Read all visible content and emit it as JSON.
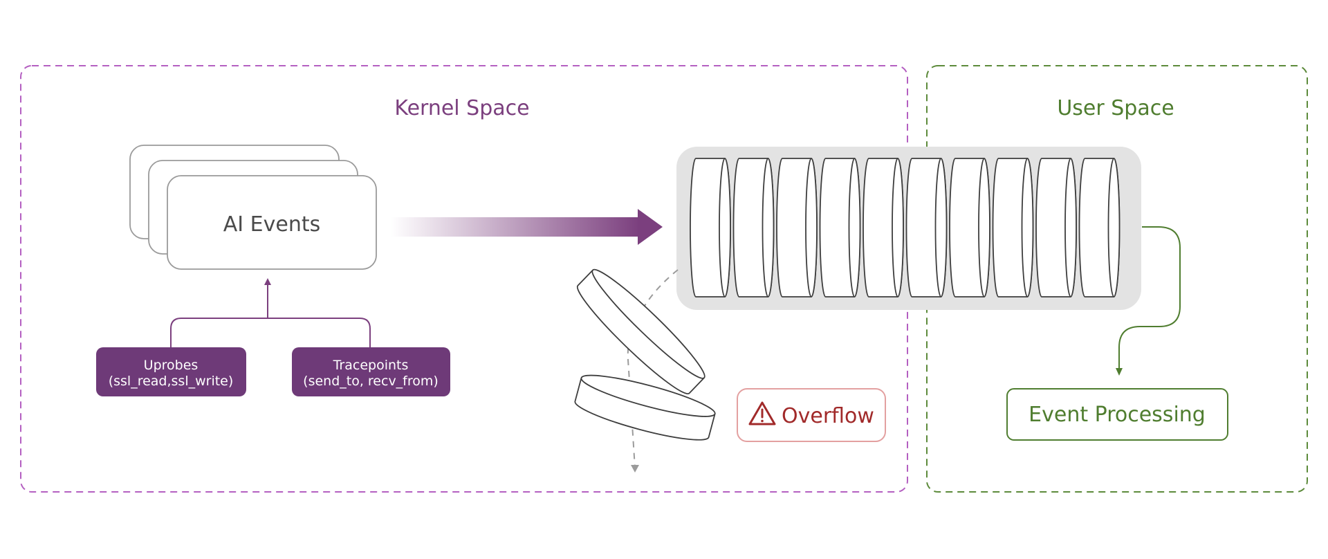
{
  "colors": {
    "kernel": "#7b3f7e",
    "kernel_dashed": "#b45fc1",
    "probe_fill": "#6e3a78",
    "user": "#4f7d2f",
    "user_dashed": "#5c8a3a",
    "overflow": "#a12a2a",
    "overflow_border": "#e3a0a0",
    "buffer_bg": "#e3e3e3",
    "card_border": "#9a9a9a",
    "slot_stroke": "#3d3d3d"
  },
  "kernel_space": {
    "title": "Kernel Space",
    "events_card": {
      "label": "AI Events",
      "icon": "stacked-cards"
    },
    "probes": [
      {
        "name": "uprobes",
        "line1": "Uprobes",
        "line2": "(ssl_read,ssl_write)"
      },
      {
        "name": "tracepoints",
        "line1": "Tracepoints",
        "line2": "(send_to, recv_from)"
      }
    ],
    "ring_buffer": {
      "slots": 10
    },
    "overflow": {
      "label": "Overflow",
      "icon": "warning-triangle-icon"
    }
  },
  "user_space": {
    "title": "User Space",
    "processor": {
      "label": "Event Processing"
    }
  }
}
